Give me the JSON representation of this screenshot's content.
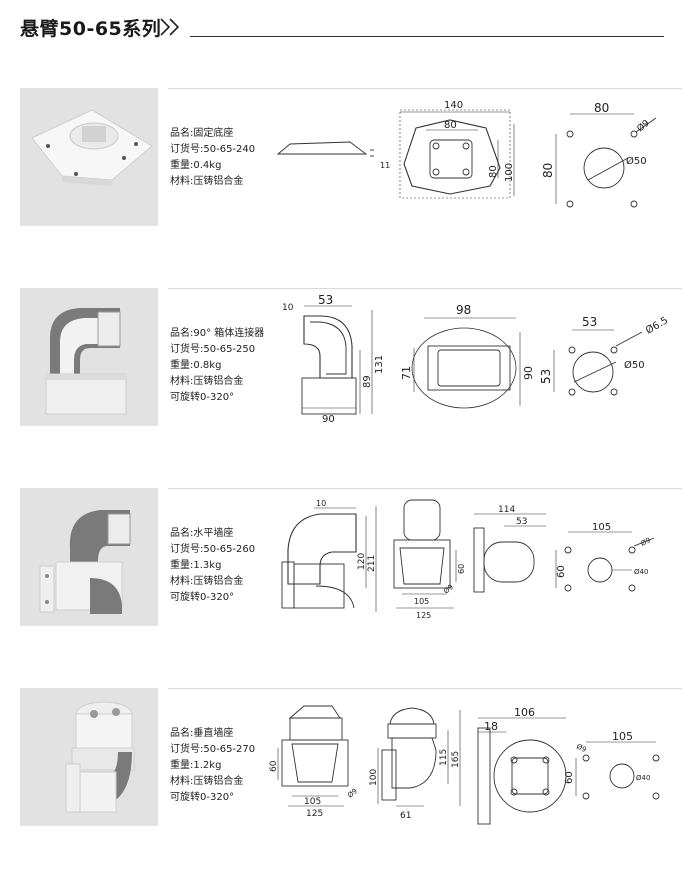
{
  "header": {
    "title": "悬臂50-65系列"
  },
  "products": [
    {
      "name": "品名:固定底座",
      "order_no": "订货号:50-65-240",
      "weight": "重量:0.4kg",
      "material": "材料:压铸铝合金",
      "rotation": "",
      "dims": {
        "d1": "11",
        "d2": "140",
        "d3": "80",
        "d4": "80",
        "d5": "100",
        "d6": "80",
        "d7": "80",
        "d8": "Ø9",
        "d9": "Ø50"
      }
    },
    {
      "name": "品名:90° 箱体连接器",
      "order_no": "订货号:50-65-250",
      "weight": "重量:0.8kg",
      "material": "材料:压铸铝合金",
      "rotation": "可旋转0-320°",
      "dims": {
        "d1": "10",
        "d2": "53",
        "d3": "131",
        "d4": "89",
        "d5": "90",
        "d6": "98",
        "d7": "71",
        "d8": "90",
        "d9": "53",
        "d10": "Ø6.5",
        "d11": "53",
        "d12": "Ø50"
      }
    },
    {
      "name": "品名:水平墙座",
      "order_no": "订货号:50-65-260",
      "weight": "重量:1.3kg",
      "material": "材料:压铸铝合金",
      "rotation": "可旋转0-320°",
      "dims": {
        "d1": "10",
        "d2": "120",
        "d3": "211",
        "d4": "60",
        "d5": "105",
        "d6": "125",
        "d7": "Ø9",
        "d8": "114",
        "d9": "53",
        "d10": "105",
        "d11": "60",
        "d12": "Ø9",
        "d13": "Ø40"
      }
    },
    {
      "name": "品名:垂直墙座",
      "order_no": "订货号:50-65-270",
      "weight": "重量:1.2kg",
      "material": "材料:压铸铝合金",
      "rotation": "可旋转0-320°",
      "dims": {
        "d1": "60",
        "d2": "105",
        "d3": "125",
        "d4": "Ø9",
        "d5": "100",
        "d6": "115",
        "d7": "165",
        "d8": "61",
        "d9": "106",
        "d10": "18",
        "d11": "Ø9",
        "d12": "105",
        "d13": "60",
        "d14": "Ø40"
      }
    }
  ]
}
